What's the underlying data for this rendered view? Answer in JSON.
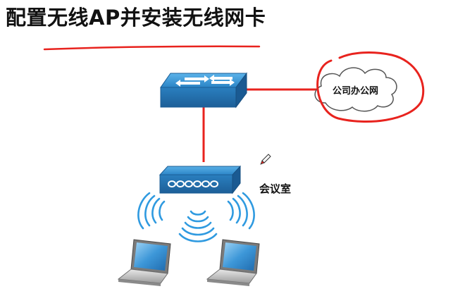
{
  "title": "配置无线AP并安装无线网卡",
  "labels": {
    "office_network": "公司办公网",
    "meeting_room": "会议室"
  },
  "colors": {
    "annotation_red": "#e8231e",
    "device_blue": "#2a84c6",
    "wifi_blue": "#2f9ae0"
  },
  "icons": {
    "switch": "switch-icon",
    "access_point": "access-point-icon",
    "laptop": "laptop-icon",
    "wifi": "wifi-signal-icon",
    "pen": "pen-cursor-icon"
  }
}
